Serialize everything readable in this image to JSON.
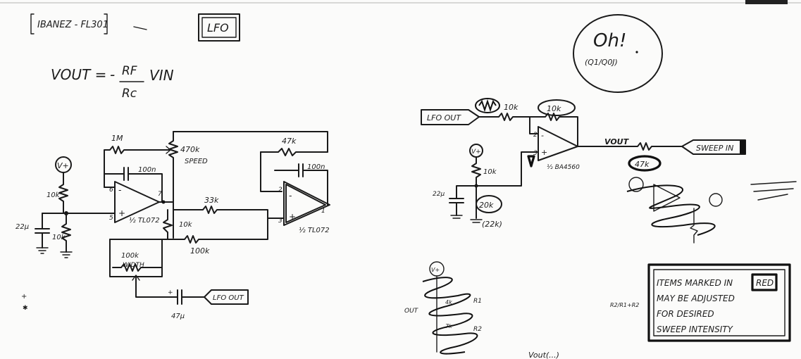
{
  "header": {
    "model": "IBANEZ - FL301",
    "lfo_title": "LFO",
    "oh_text": "Oh!",
    "oh_sub": "(Q1/Q0J)"
  },
  "formula": {
    "vout": "VOUT =",
    "minus": "-",
    "numerator": "RF",
    "denominator": "Rc",
    "vin": "VIN"
  },
  "lfo_circuit": {
    "vplus": "V+",
    "r_1m": "1M",
    "c_100n_top": "100n",
    "pot_470k": "470k",
    "pot_speed": "SPEED",
    "r_47k": "47k",
    "c_100n_right": "100n",
    "r_10k_a": "10k",
    "r_10k_b": "10k",
    "c_22u": "22µ",
    "r_33k": "33k",
    "r_10k_c": "10k",
    "r_100k": "100k",
    "pot_100k": "100k",
    "pot_width": "WIDTH",
    "opamp1": "½ TL072",
    "opamp2": "½ TL072",
    "pin_6": "6",
    "pin_5": "5",
    "pin_7": "7",
    "pin_2": "2",
    "pin_3": "3",
    "pin_1": "1",
    "c_47u": "47µ",
    "lfo_out_box": "LFO OUT"
  },
  "sweep_circuit": {
    "lfo_out_box": "LFO OUT",
    "r_10k_in": "10k",
    "r_10k_fb": "10k",
    "vplus": "V+",
    "r_10k_bias": "10k",
    "c_22u": "22µ",
    "r_20k": "20k",
    "r_22k": "(22k)",
    "opamp": "½ BA4560",
    "pin_2": "2",
    "pin_3": "3",
    "vout": "VOUT",
    "r_47k": "47k",
    "sweep_box": "SWEEP IN"
  },
  "divider": {
    "vplus": "V+",
    "out": "OUT",
    "r1": "R1",
    "r2": "R2",
    "r1_val": "4k",
    "r2_val": "7k"
  },
  "note": {
    "line1": "ITEMS MARKED IN",
    "red_word": "RED",
    "line2": "MAY BE ADJUSTED",
    "line3": "FOR DESIRED",
    "line4": "SWEEP INTENSITY"
  },
  "side_mark": "R2/R1+R2",
  "bottom_mark": "Vout(...)"
}
